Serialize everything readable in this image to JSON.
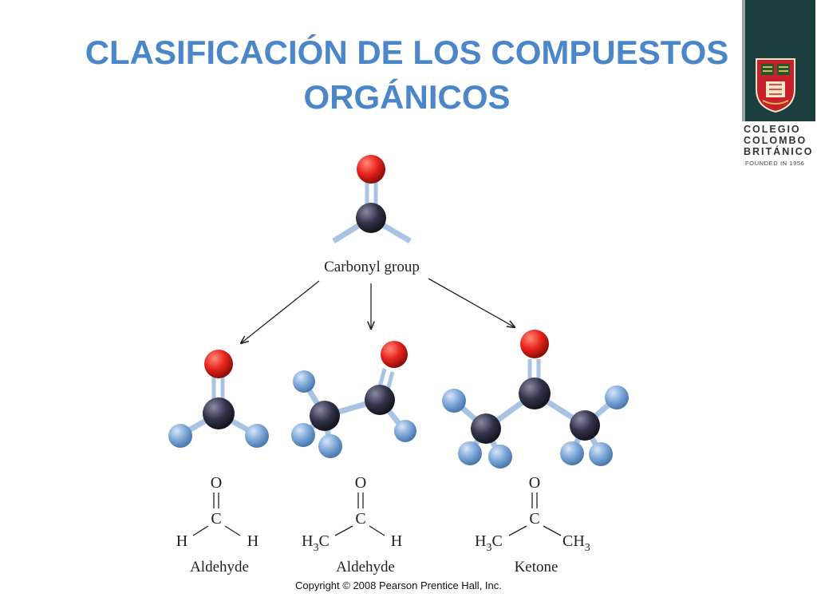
{
  "slide": {
    "title_line1": "CLASIFICACIÓN DE LOS COMPUESTOS",
    "title_line2": "ORGÁNICOS"
  },
  "logo": {
    "line1": "COLEGIO",
    "line2": "COLOMBO",
    "line3": "BRITÁNICO",
    "founded": "FOUNDED IN 1956",
    "colors": {
      "bar": "#1d3e3e",
      "shield_red": "#c8202a",
      "shield_gold": "#d9b45a"
    }
  },
  "diagram": {
    "top_label": "Carbonyl group",
    "structures": [
      {
        "o": "O",
        "c": "C",
        "left": "H",
        "right": "H",
        "name": "Aldehyde"
      },
      {
        "o": "O",
        "c": "C",
        "left_main": "H",
        "left_sub": "3",
        "left_tail": "C",
        "right": "H",
        "name": "Aldehyde"
      },
      {
        "o": "O",
        "c": "C",
        "left_main": "H",
        "left_sub": "3",
        "left_tail": "C",
        "right_main": "CH",
        "right_sub": "3",
        "name": "Ketone"
      }
    ],
    "colors": {
      "oxygen": "#e8231c",
      "carbon": "#33334a",
      "hydrogen": "#7da7d8",
      "bond": "#a9c3e3"
    }
  },
  "copyright": "Copyright © 2008 Pearson Prentice Hall, Inc."
}
